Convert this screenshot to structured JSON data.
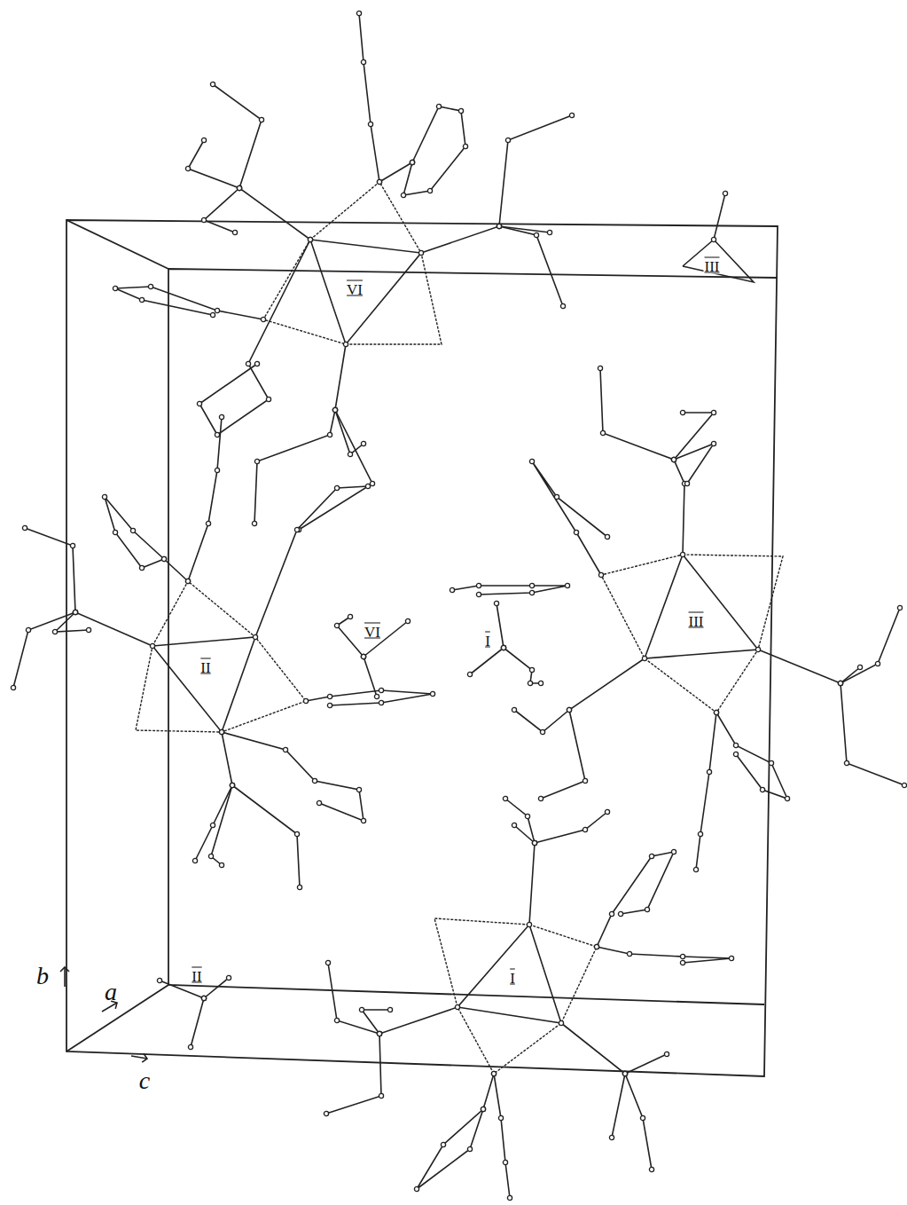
{
  "diagram": {
    "labels": [
      "VI",
      "III",
      "II",
      "VI",
      "I",
      "III",
      "I",
      "II",
      "b",
      "a",
      "c"
    ]
  }
}
